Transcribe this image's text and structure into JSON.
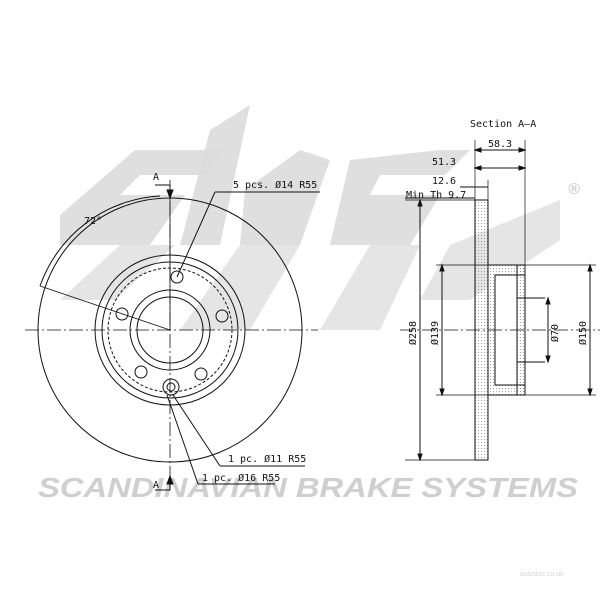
{
  "watermark": {
    "logo_text": "sbs",
    "registered_mark": "®",
    "tagline": "SCANDINAVIAN BRAKE SYSTEMS",
    "color": "#d9d9d9",
    "site_text": "autodoc.co.uk"
  },
  "front_view": {
    "section_marker_top": "A",
    "section_marker_bottom": "A",
    "angle_label": "72°",
    "callout_holes": "5 pcs. Ø14 R55",
    "callout_hole_small": "1 pc. Ø11 R55",
    "callout_hole_large": "1 pc. Ø16 R55"
  },
  "section_view": {
    "title": "Section A–A",
    "dim_total_height": "58.3",
    "dim_hat_height": "51.3",
    "dim_thickness": "12.6",
    "dim_min_thickness": "Min Th 9.7",
    "dim_outer_diameter": "Ø258",
    "dim_friction_inner_diameter": "Ø139",
    "dim_center_bore": "Ø70",
    "dim_hat_diameter": "Ø150"
  },
  "colors": {
    "line": "#111111",
    "hatch": "#888888"
  }
}
